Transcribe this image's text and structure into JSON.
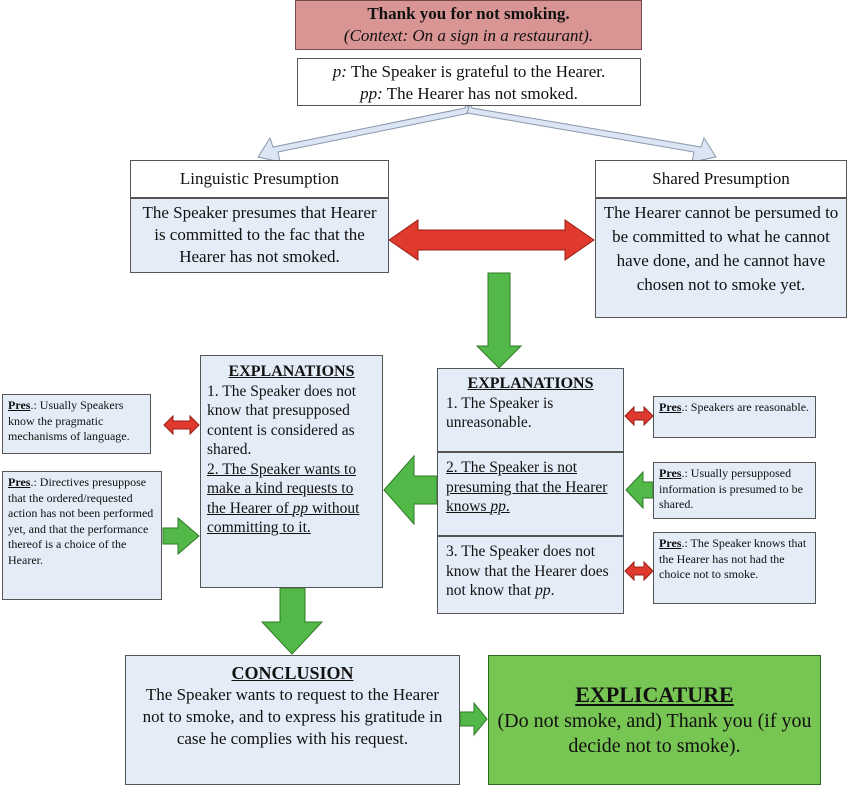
{
  "top": {
    "title": "Thank you for not smoking.",
    "context": "(Context: On a sign in a restaurant)."
  },
  "propositions": {
    "p_label": "p:",
    "p_text": " The Speaker is grateful to the Hearer.",
    "pp_label": "pp:",
    "pp_text": " The Hearer has not smoked."
  },
  "linguistic": {
    "heading": "Linguistic Presumption",
    "body": "The Speaker presumes that Hearer is committed to the fac that the Hearer has not smoked."
  },
  "shared": {
    "heading": "Shared Presumption",
    "body": "The Hearer cannot be persumed to be committed to what he cannot have done, and he cannot have chosen not to smoke yet."
  },
  "explanations_left": {
    "heading": "EXPLANATIONS",
    "item1": "1. The Speaker does not know that presupposed content is considered as shared.",
    "item2_a": "2. The Speaker wants to make a kind requests to the Hearer of ",
    "item2_pp": "pp",
    "item2_b": " without committing to it."
  },
  "explanations_right": {
    "heading": "EXPLANATIONS",
    "item1": "1. The Speaker is unreasonable.",
    "item2_a": "2. The Speaker is not presuming that the Hearer knows ",
    "item2_pp": "pp",
    "item2_b": ".",
    "item3_a": "3. The Speaker does not know that the Hearer does not know that ",
    "item3_pp": "pp",
    "item3_b": "."
  },
  "pres_boxes": {
    "label": "Pres",
    "left1": ".: Usually Speakers know the pragmatic mechanisms of language.",
    "left2": ".: Directives presuppose that the ordered/requested action has not been performed yet, and that the performance thereof is a choice of the Hearer.",
    "right1": ".: Speakers are reasonable.",
    "right2": ".: Usually persupposed information is presumed to be shared.",
    "right3": ".: The Speaker knows that the Hearer has not had the choice not to smoke."
  },
  "conclusion": {
    "heading": "CONCLUSION",
    "body": "The Speaker wants to request to the Hearer not to smoke, and to express his gratitude in case he complies with his request."
  },
  "explicature": {
    "heading": "EXPLICATURE",
    "body": "(Do not smoke, and) Thank you (if you decide not to smoke)."
  },
  "colors": {
    "title_bg": "#d99594",
    "box_bg": "#e4ecf7",
    "explicature_bg": "#77c552",
    "red_arrow": "#e03a2e",
    "green_arrow": "#52b848"
  }
}
